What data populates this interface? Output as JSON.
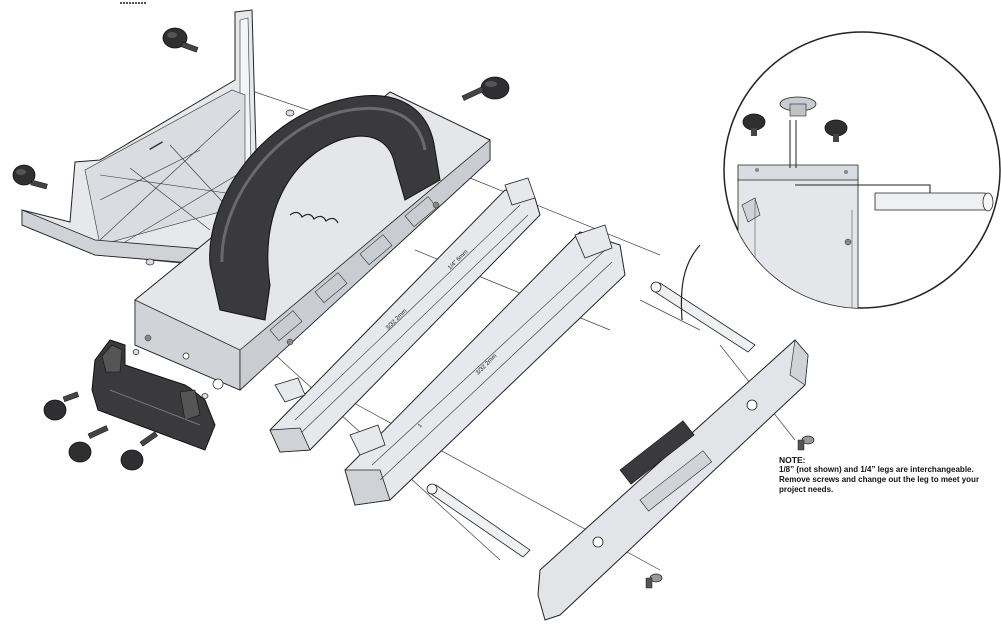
{
  "note": {
    "title": "NOTE:",
    "body": "1/8” (not shown) and 1/4” legs are interchangeable. Remove screws and change out the leg to meet your project needs."
  },
  "labels": {
    "leg_top_a": "1/4\" 6mm",
    "leg_top_b": "3/32 2mm",
    "leg_bottom_a": "3/32 2mm",
    "leg_bottom_b": "1"
  },
  "colors": {
    "aluminum": "#e4e6e9",
    "aluminum_shade": "#c9ccd1",
    "handle": "#3a3a3c",
    "knob": "#2f2f31",
    "outline": "#222222",
    "leader": "#444444"
  },
  "icons": [
    "thumbscrew-knob-icon",
    "washer-icon",
    "screw-icon",
    "pin-icon"
  ]
}
